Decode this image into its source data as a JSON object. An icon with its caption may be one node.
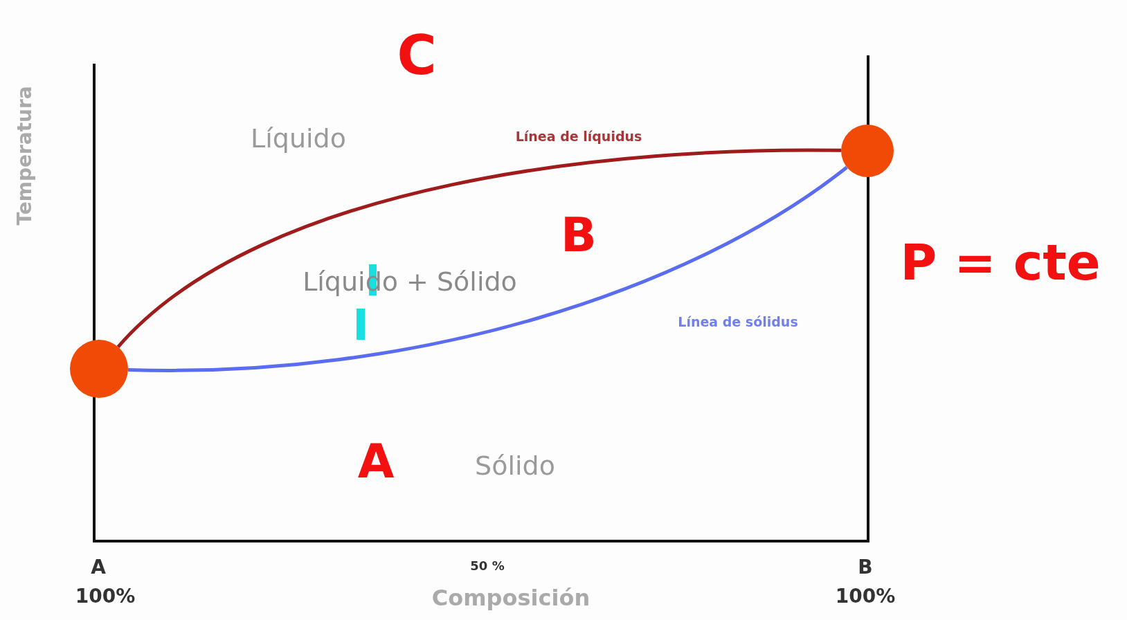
{
  "diagram": {
    "nodes": [
      {
        "text": [],
        "shape": "circle"
      },
      {
        "text": [],
        "shape": "circle"
      }
    ],
    "edges": [
      {
        "from": 0,
        "to": 1,
        "arrow": "none",
        "color": "#a01c1c"
      },
      {
        "from": 0,
        "to": 1,
        "arrow": "none",
        "color": "#5a6cf0"
      }
    ],
    "labels": [
      "C",
      "Temperatura",
      "Líquido",
      "Línea de líquidus",
      "B",
      "P = cte",
      "Líquido + Sólido",
      "Línea de sólidus",
      "A",
      "Sólido",
      "A",
      "100%",
      "50 %",
      "Composición",
      "B",
      "100%"
    ]
  }
}
